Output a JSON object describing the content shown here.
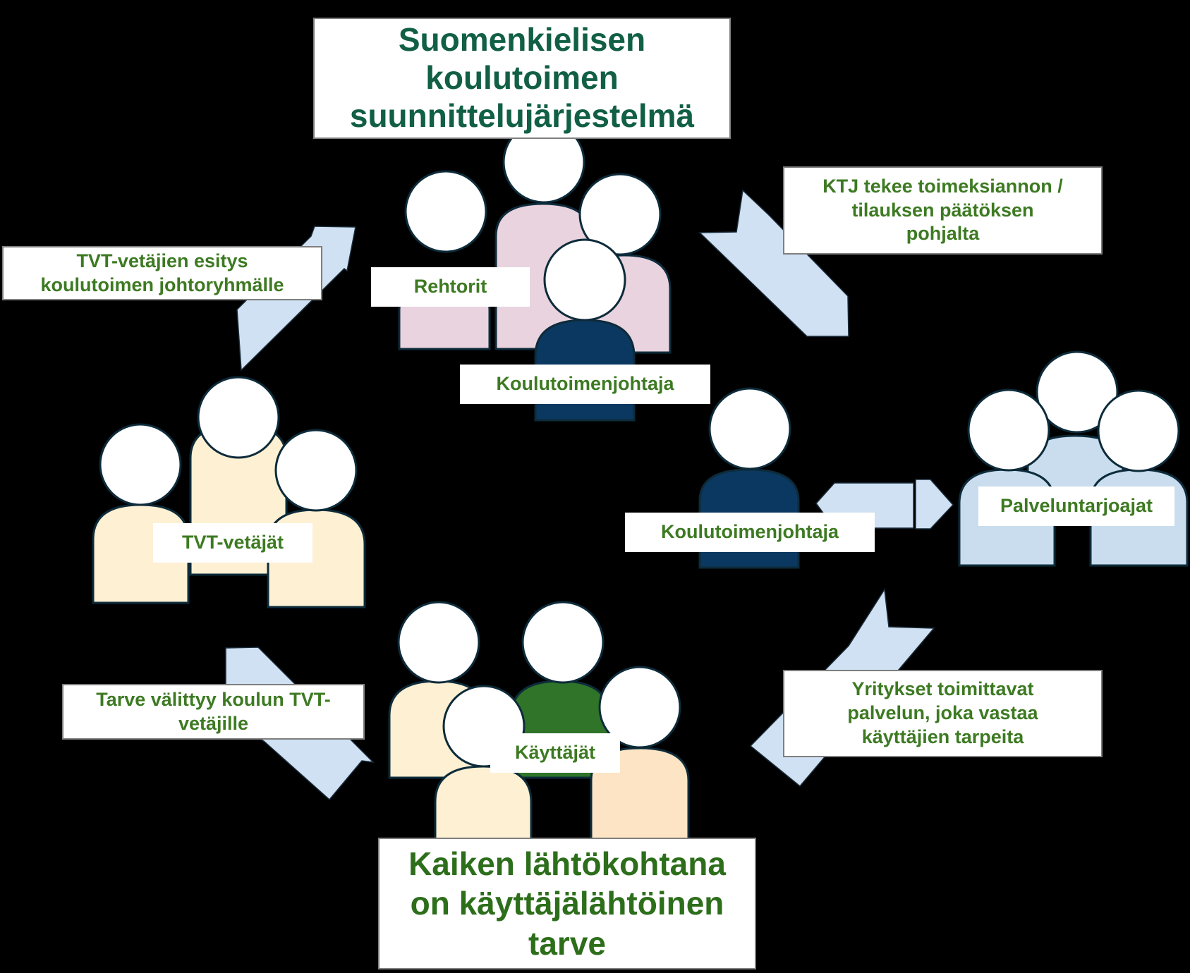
{
  "title": "Suomenkielisen\nkoulutoimen\nsuunnittelujärjestelmä",
  "footer": "Kaiken lähtökohtana\non käyttäjälähtöinen\ntarve",
  "groups": {
    "rehtorit": "Rehtorit",
    "koulutoimenjohtaja_top": "Koulutoimenjohtaja",
    "tvt_vetajat": "TVT-vetäjät",
    "koulutoimenjohtaja_right": "Koulutoimenjohtaja",
    "palveluntarjoajat": "Palveluntarjoajat",
    "kayttajat": "Käyttäjät"
  },
  "arrows": {
    "tvt_to_management": "TVT-vetäjien esitys\nkoulutoimen johtoryhmälle",
    "ktj_commission": "KTJ tekee toimeksiannon /\ntilauksen päätöksen\npohjalta",
    "need_to_tvt": "Tarve välittyy koulun TVT-\nvetäjille",
    "companies_deliver": "Yritykset toimittavat\npalvelun, joka vastaa\nkäyttäjien tarpeita"
  },
  "colors": {
    "background": "#000000",
    "arrow": "#cfe1f2",
    "head": "#ffffff",
    "outline": "#0d2b3a",
    "rehtorit_body": "#e8d3df",
    "director_body": "#0b3860",
    "tvt_body": "#fdf0d3",
    "provider_body": "#c9ddef",
    "user_green": "#2f7428",
    "user_peach": "#fde4c4",
    "title_color": "#115f45",
    "label_color": "#3d7a22"
  }
}
